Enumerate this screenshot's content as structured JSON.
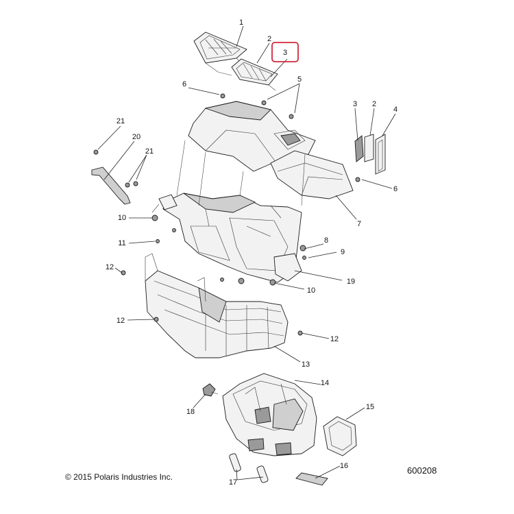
{
  "callouts": {
    "c1": "1",
    "c2": "2",
    "c3": "3",
    "c5": "5",
    "c6a": "6",
    "c6b": "6",
    "c3b": "3",
    "c2b": "2",
    "c4": "4",
    "c21a": "21",
    "c20": "20",
    "c21b": "21",
    "c7": "7",
    "c10a": "10",
    "c11": "11",
    "c8": "8",
    "c9": "9",
    "c12a": "12",
    "c19": "19",
    "c10b": "10",
    "c12b": "12",
    "c12c": "12",
    "c13": "13",
    "c14": "14",
    "c18": "18",
    "c15": "15",
    "c16": "16",
    "c17": "17"
  },
  "highlighted_callout": "3",
  "highlight_color": "#d0283a",
  "copyright": "© 2015 Polaris Industries Inc.",
  "diagram_code": "600208"
}
